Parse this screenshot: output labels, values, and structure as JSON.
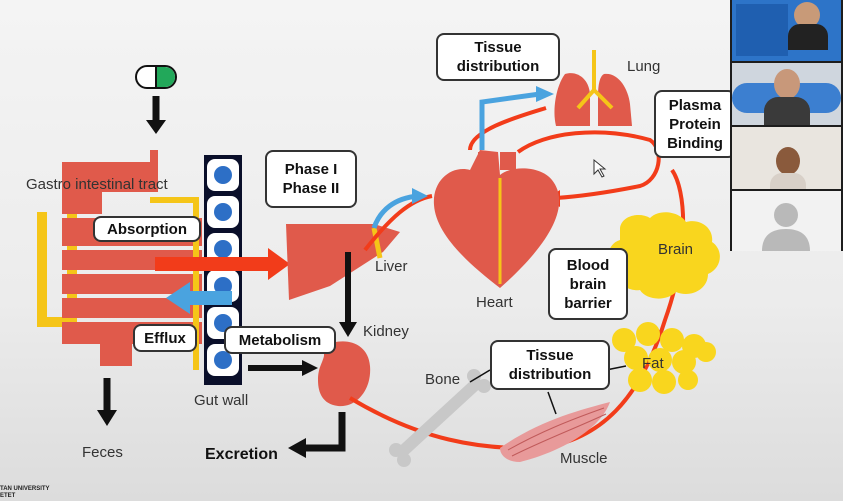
{
  "diagram": {
    "gi_tract_label": "Gastro intestinal tract",
    "absorption_label": "Absorption",
    "efflux_label": "Efflux",
    "gut_wall_label": "Gut wall",
    "feces_label": "Feces",
    "excretion_label": "Excretion",
    "phase_label_1": "Phase I",
    "phase_label_2": "Phase II",
    "liver_label": "Liver",
    "metabolism_label": "Metabolism",
    "kidney_label": "Kidney",
    "heart_label": "Heart",
    "lung_label": "Lung",
    "tissue_distribution_top_1": "Tissue",
    "tissue_distribution_top_2": "distribution",
    "plasma_protein_1": "Plasma",
    "plasma_protein_2": "Protein",
    "plasma_protein_3": "Binding",
    "brain_label": "Brain",
    "bbb_1": "Blood",
    "bbb_2": "brain",
    "bbb_3": "barrier",
    "tissue_distribution_bottom_1": "Tissue",
    "tissue_distribution_bottom_2": "distribution",
    "fat_label": "Fat",
    "bone_label": "Bone",
    "muscle_label": "Muscle"
  },
  "footer": {
    "line1": "TAN UNIVERSITY",
    "line2": "ETET"
  },
  "colors": {
    "organ": "#e05a4b",
    "yellow": "#f5c518",
    "red_flow": "#f23c1a",
    "blue_flow": "#4aa3df",
    "pill_green": "#22a85a"
  },
  "icons": [
    "pill-icon",
    "cursor-icon",
    "avatar-placeholder-icon"
  ]
}
